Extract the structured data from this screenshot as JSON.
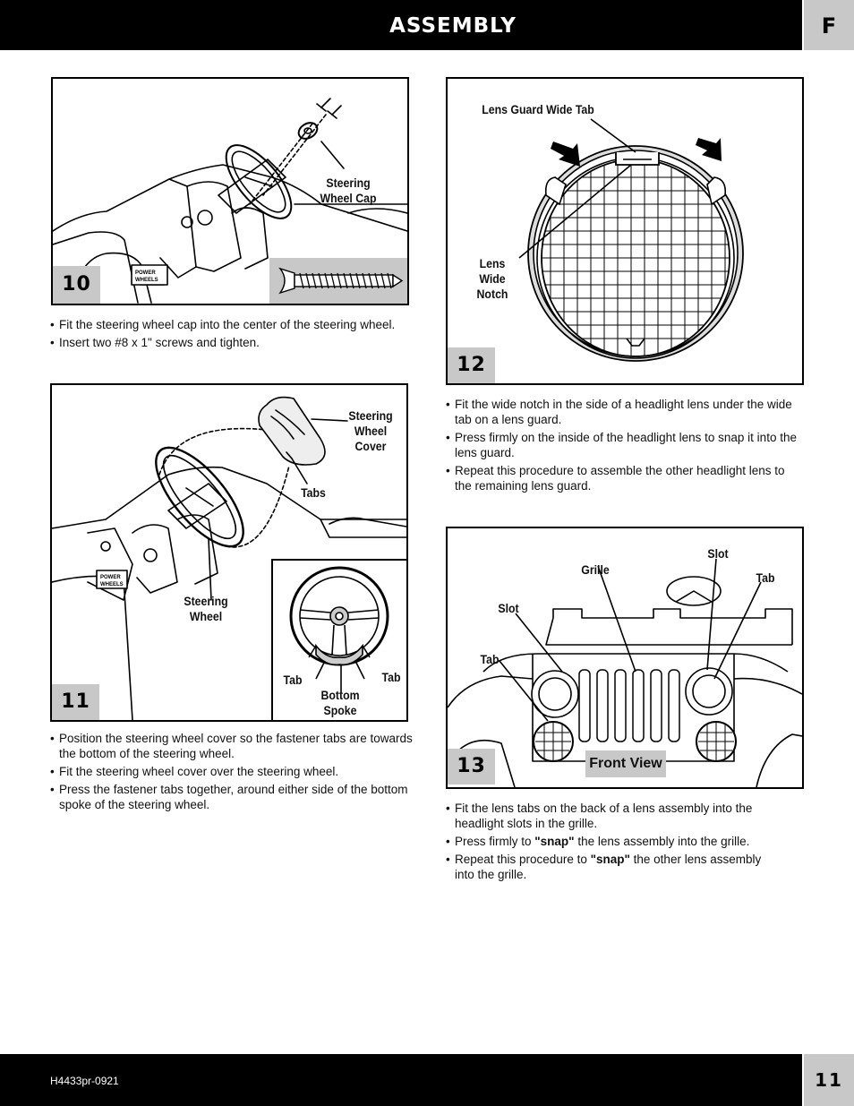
{
  "header": {
    "title": "ASSEMBLY",
    "section_letter": "F"
  },
  "footer": {
    "document_code": "H4433pr-0921",
    "page_number": "11"
  },
  "steps": [
    {
      "number": "10",
      "callouts": {
        "steering_wheel_cap": "Steering\nWheel Cap"
      },
      "instructions": [
        "Fit the steering wheel cap into the center of the steering wheel.",
        "Insert two #8 x 1\" screws and tighten."
      ]
    },
    {
      "number": "11",
      "callouts": {
        "steering_wheel_cover": "Steering\nWheel\nCover",
        "tabs": "Tabs",
        "steering_wheel": "Steering\nWheel",
        "tab_left": "Tab",
        "tab_right": "Tab",
        "bottom_spoke": "Bottom\nSpoke"
      },
      "instructions": [
        "Position the steering wheel cover so the fastener tabs are towards the bottom of the steering wheel.",
        "Fit the steering wheel cover over the steering wheel.",
        "Press the fastener tabs together, around either side of the bottom spoke of the steering wheel."
      ]
    },
    {
      "number": "12",
      "callouts": {
        "lens_guard_wide_tab": "Lens Guard Wide Tab",
        "lens_wide_notch": "Lens\nWide\nNotch"
      },
      "instructions": [
        "Fit the wide notch in the side of a headlight lens under the wide tab on a lens guard.",
        "Press firmly on the inside of the headlight lens to snap it into the lens guard.",
        "Repeat this procedure to assemble the other headlight lens to the remaining lens guard."
      ]
    },
    {
      "number": "13",
      "callouts": {
        "grille": "Grille",
        "slot_top": "Slot",
        "tab_top": "Tab",
        "slot_left": "Slot",
        "tab_left": "Tab",
        "front_view": "Front View"
      },
      "instructions": {
        "item1": "Fit the lens tabs on the back of a lens assembly into the headlight slots in the grille.",
        "item2_before": "Press firmly to ",
        "item2_bold": "\"snap\"",
        "item2_after": " the lens assembly into the grille.",
        "item3_before": "Repeat this procedure to ",
        "item3_bold": "\"snap\"",
        "item3_after": " the other lens assembly into the grille."
      }
    }
  ]
}
